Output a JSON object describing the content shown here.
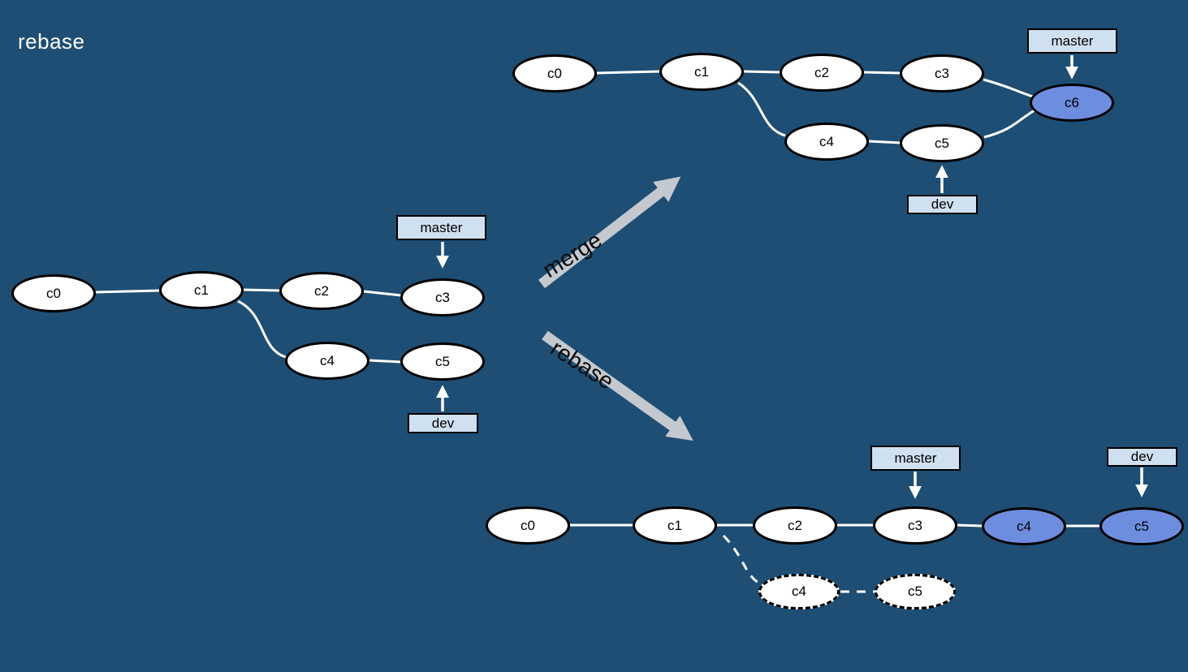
{
  "title": "rebase",
  "colors": {
    "background": "#1e4e74",
    "node_fill": "#ffffff",
    "highlight_fill": "#6d8ede",
    "label_fill": "#cfe0f1",
    "big_arrow": "#c3c9cf",
    "edge": "#ffffff"
  },
  "transform_labels": {
    "merge": "merge",
    "rebase": "rebase"
  },
  "graphs": {
    "base": {
      "nodes": {
        "c0": "c0",
        "c1": "c1",
        "c2": "c2",
        "c3": "c3",
        "c4": "c4",
        "c5": "c5"
      },
      "labels": {
        "master": "master",
        "dev": "dev"
      }
    },
    "merge_result": {
      "nodes": {
        "c0": "c0",
        "c1": "c1",
        "c2": "c2",
        "c3": "c3",
        "c4": "c4",
        "c5": "c5",
        "c6": "c6"
      },
      "labels": {
        "master": "master",
        "dev": "dev"
      }
    },
    "rebase_result": {
      "nodes": {
        "c0": "c0",
        "c1": "c1",
        "c2": "c2",
        "c3": "c3",
        "c4": "c4",
        "c5": "c5",
        "c4_old": "c4",
        "c5_old": "c5"
      },
      "labels": {
        "master": "master",
        "dev": "dev"
      }
    }
  }
}
